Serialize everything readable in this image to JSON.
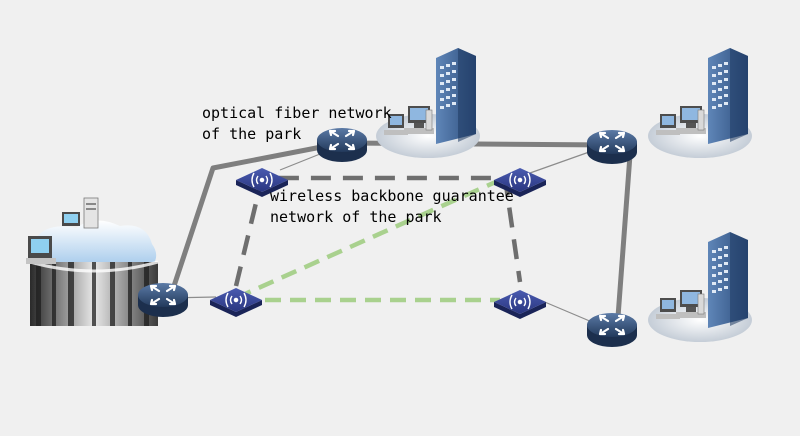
{
  "labels": {
    "optical_fiber_line1": "optical fiber network",
    "optical_fiber_line2": "of the park",
    "wireless_line1": "wireless backbone guarantee",
    "wireless_line2": "network of the park"
  },
  "icons": {
    "router": "router-icon",
    "wireless_bridge": "wireless-bridge-icon",
    "building": "building-icon",
    "data_center": "data-center-icon"
  },
  "colors": {
    "background": "#f0f0f0",
    "fiber_link": "#7f7f7f",
    "wireless_backbone_link": "#6e6e6e",
    "wireless_guarantee_link": "#a9d18e",
    "thin_link": "#8c8c8c",
    "router": "#2f4c72",
    "wireless_bridge": "#2d3b82",
    "building": "#3d5f8c"
  }
}
